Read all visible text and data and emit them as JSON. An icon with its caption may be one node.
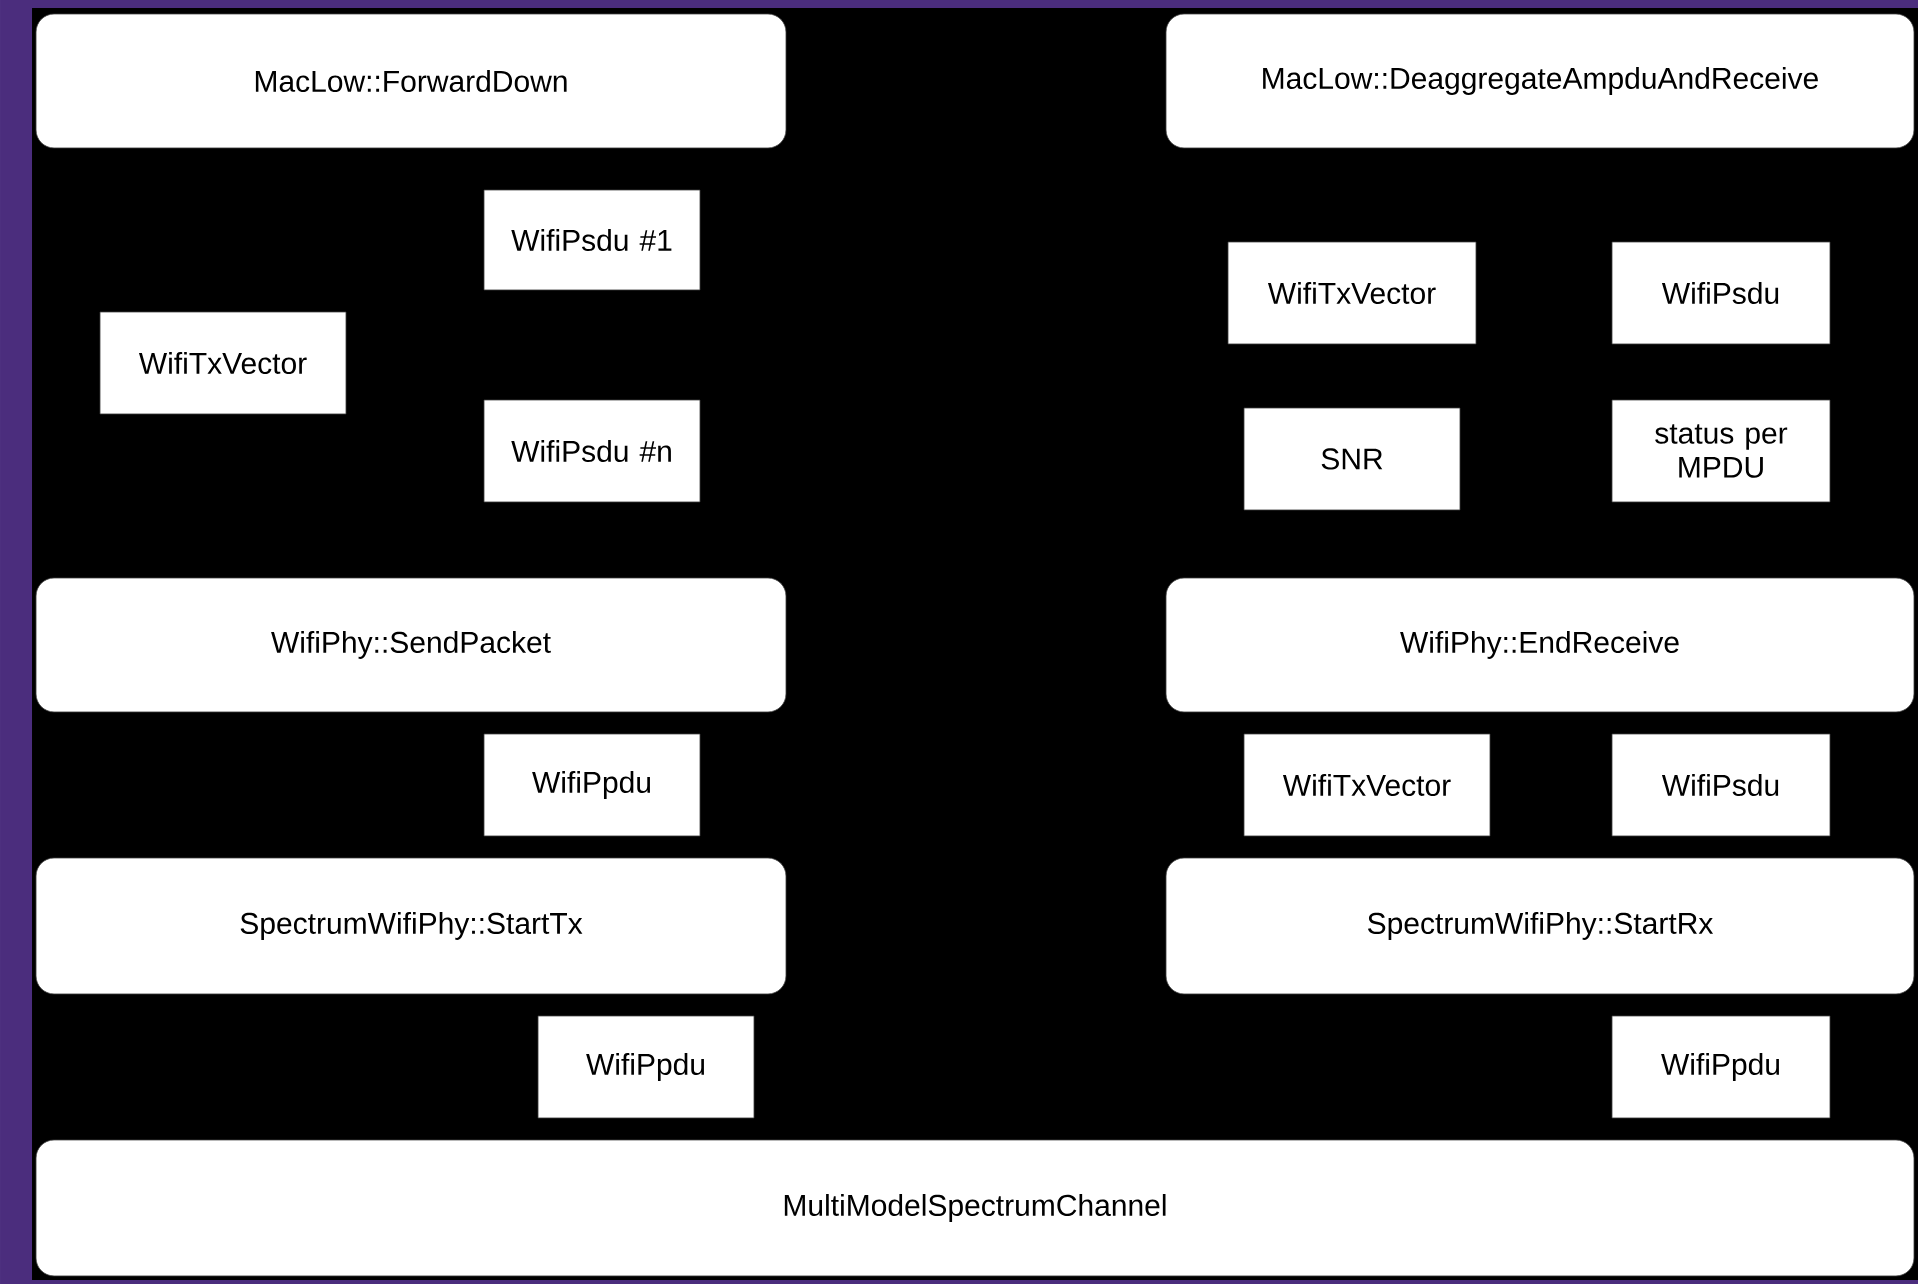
{
  "diagram": {
    "nodes": [
      {
        "text": [
          "MacLow::ForwardDown"
        ]
      },
      {
        "text": [
          "WifiPsdu #1"
        ]
      },
      {
        "text": [
          "WifiTxVector"
        ]
      },
      {
        "text": [
          "WifiPsdu #n"
        ]
      },
      {
        "text": [
          "WifiPhy::SendPacket"
        ]
      },
      {
        "text": [
          "WifiPpdu"
        ]
      },
      {
        "text": [
          "SpectrumWifiPhy::StartTx"
        ]
      },
      {
        "text": [
          "WifiPpdu"
        ]
      },
      {
        "text": [
          "MacLow::DeaggregateAmpduAndReceive"
        ]
      },
      {
        "text": [
          "WifiTxVector"
        ]
      },
      {
        "text": [
          "WifiPsdu"
        ]
      },
      {
        "text": [
          "SNR"
        ]
      },
      {
        "text": [
          "status per MPDU"
        ]
      },
      {
        "text": [
          "WifiPhy::EndReceive"
        ]
      },
      {
        "text": [
          "WifiTxVector"
        ]
      },
      {
        "text": [
          "WifiPsdu"
        ]
      },
      {
        "text": [
          "SpectrumWifiPhy::StartRx"
        ]
      },
      {
        "text": [
          "WifiPpdu"
        ]
      },
      {
        "text": [
          "MultiModelSpectrumChannel"
        ]
      }
    ]
  }
}
